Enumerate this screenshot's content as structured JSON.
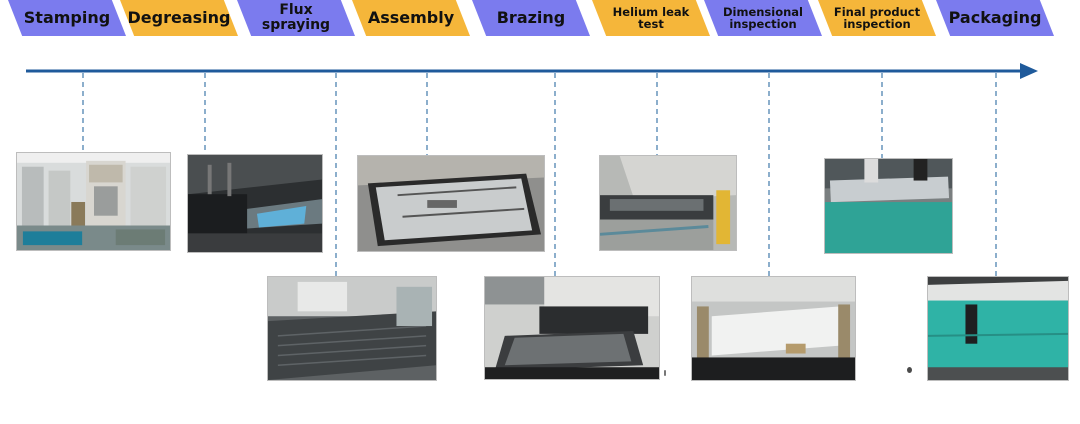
{
  "colors": {
    "blue": "#7b7bee",
    "orange": "#f5b63a",
    "timeline": "#1f5a9b",
    "connector": "#6f9bbf"
  },
  "steps": [
    {
      "label": "Stamping",
      "color": "blue"
    },
    {
      "label": "Degreasing",
      "color": "orange"
    },
    {
      "label": "Flux spraying",
      "color": "blue"
    },
    {
      "label": "Assembly",
      "color": "orange"
    },
    {
      "label": "Brazing",
      "color": "blue"
    },
    {
      "label": "Helium leak test",
      "color": "orange"
    },
    {
      "label": "Dimensional inspection",
      "color": "blue"
    },
    {
      "label": "Final product inspection",
      "color": "orange"
    },
    {
      "label": "Packaging",
      "color": "blue"
    }
  ],
  "photos": [
    {
      "subject": "stamping-press-line"
    },
    {
      "subject": "degreasing-tunnel"
    },
    {
      "subject": "flux-spraying-booth"
    },
    {
      "subject": "plate-assembly"
    },
    {
      "subject": "brazing-furnace-entry"
    },
    {
      "subject": "helium-leak-test-chamber"
    },
    {
      "subject": "dimensional-inspection-jig"
    },
    {
      "subject": "final-inspection-bench"
    },
    {
      "subject": "packaging-crate"
    }
  ]
}
